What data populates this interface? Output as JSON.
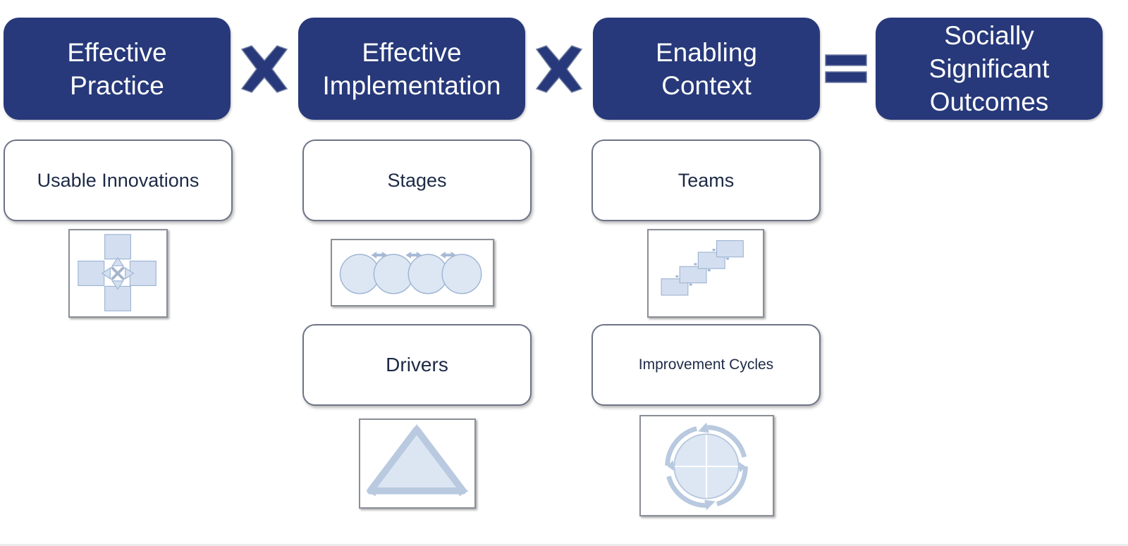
{
  "headers": {
    "practice": "Effective\nPractice",
    "implementation": "Effective\nImplementation",
    "context": "Enabling\nContext",
    "outcomes": "Socially\nSignificant\nOutcomes"
  },
  "subboxes": {
    "usable_innovations": "Usable Innovations",
    "stages": "Stages",
    "teams": "Teams",
    "drivers": "Drivers",
    "improvement_cycles": "Improvement Cycles"
  },
  "colors": {
    "header_fill": "#27397a",
    "operator_fill": "#27397a",
    "thumbnail_fill": "#d3dff0",
    "thumbnail_stroke": "#9fb5d3"
  },
  "icons": {
    "operators": [
      "multiply-icon",
      "multiply-icon",
      "equals-icon"
    ],
    "thumbnails": [
      "four-arrows-icon",
      "stages-circles-icon",
      "stair-steps-icon",
      "triangle-icon",
      "cycle-icon"
    ]
  }
}
